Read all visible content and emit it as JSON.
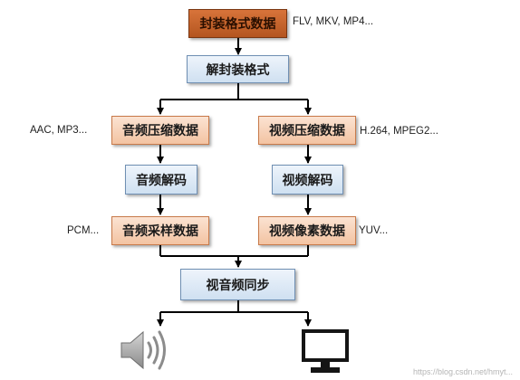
{
  "boxes": {
    "container": "封装格式数据",
    "demux": "解封装格式",
    "audio_compressed": "音频压缩数据",
    "video_compressed": "视频压缩数据",
    "audio_decode": "音频解码",
    "video_decode": "视频解码",
    "audio_sample": "音频采样数据",
    "video_pixel": "视频像素数据",
    "av_sync": "视音频同步"
  },
  "labels": {
    "container_formats": "FLV, MKV, MP4...",
    "audio_codecs": "AAC, MP3...",
    "video_codecs": "H.264, MPEG2...",
    "pcm": "PCM...",
    "yuv": "YUV..."
  },
  "icons": {
    "speaker": "speaker-icon",
    "monitor": "monitor-icon"
  },
  "watermark": "https://blog.csdn.net/hmyt..."
}
